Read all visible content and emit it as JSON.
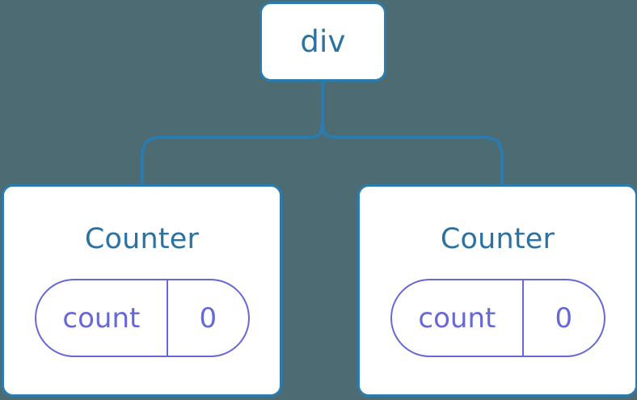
{
  "diagram": {
    "type": "component-tree",
    "background_color": "#4d6b73",
    "node_border_color": "#2b7cae",
    "node_fill_color": "#ffffff",
    "title_color": "#2b72a3",
    "pill_color": "#6668d8",
    "connector_color": "#2b7cae"
  },
  "root": {
    "label": "div"
  },
  "children": [
    {
      "label": "Counter",
      "state": {
        "key": "count",
        "value": "0"
      }
    },
    {
      "label": "Counter",
      "state": {
        "key": "count",
        "value": "0"
      }
    }
  ]
}
